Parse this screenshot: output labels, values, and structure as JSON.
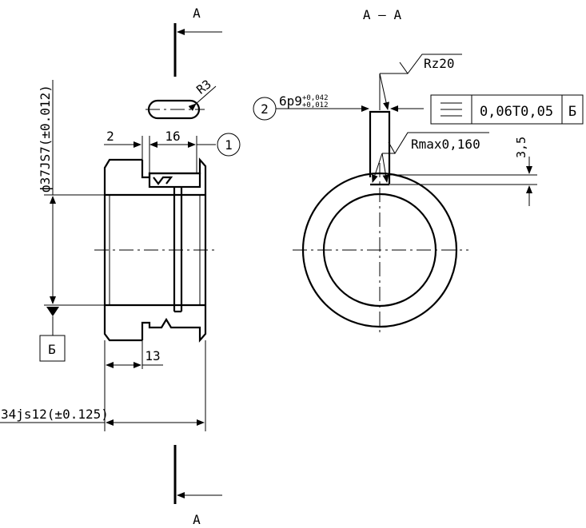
{
  "section_marks": {
    "top_letter": "А",
    "bottom_letter": "А",
    "view_title": "А – А"
  },
  "left_view": {
    "dim_diameter": "ф37JS7(±0.012)",
    "dim_radius": "R3",
    "dim_groove_offset": "2",
    "dim_key_length": "16",
    "callout_1": "1",
    "dim_width_13": "13",
    "dim_overall_width": "34js12(±0.125)",
    "datum_label": "Б"
  },
  "right_view": {
    "callout_2": "2",
    "keyway_main": "6p9",
    "keyway_tol_upper": "+0,042",
    "keyway_tol_lower": "+0,012",
    "roughness_top": "Rz20",
    "roughness_bottom": "Rmax0,160",
    "depth_dim": "3,5",
    "tolerance_frame": {
      "symbol": "≡",
      "value": "0,06Т0,05",
      "datum": "Б"
    }
  }
}
